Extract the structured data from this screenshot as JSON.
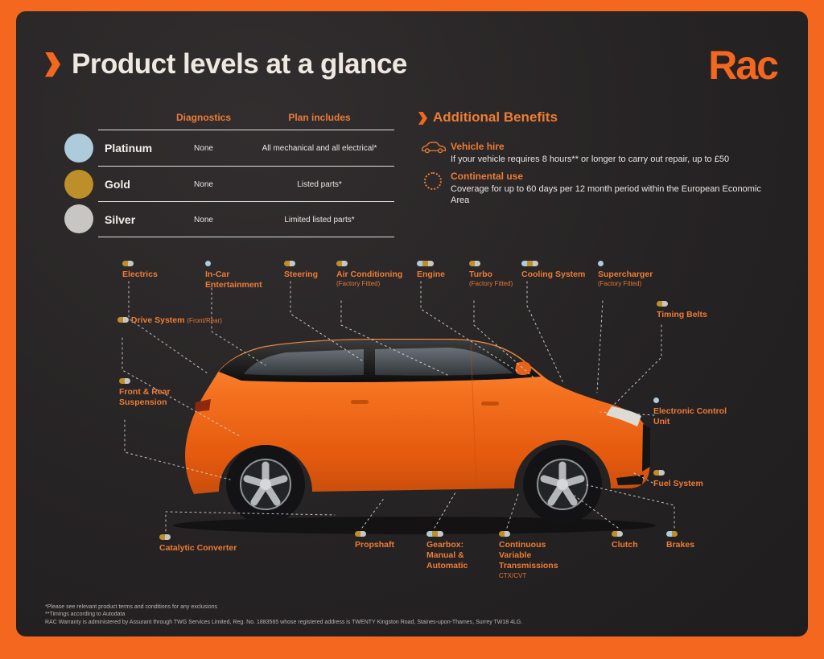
{
  "colors": {
    "frame_orange": "#f4671f",
    "panel_bg": "#272425",
    "accent_orange": "#ee7c34"
  },
  "tier_colors": {
    "platinum": "#aecbdb",
    "gold": "#bd8f2b",
    "silver": "#c7c6c2"
  },
  "brand": {
    "logo_text": "Rac"
  },
  "header": {
    "title": "Product levels at a glance"
  },
  "plans_table": {
    "columns": [
      "Diagnostics",
      "Plan includes"
    ],
    "rows": [
      {
        "tier": "Platinum",
        "color": "#aecbdb",
        "diagnostics": "None",
        "plan_includes": "All mechanical and all electrical*"
      },
      {
        "tier": "Gold",
        "color": "#bd8f2b",
        "diagnostics": "None",
        "plan_includes": "Listed parts*"
      },
      {
        "tier": "Silver",
        "color": "#c7c6c2",
        "diagnostics": "None",
        "plan_includes": "Limited listed parts*"
      }
    ]
  },
  "benefits": {
    "title": "Additional Benefits",
    "items": [
      {
        "name": "Vehicle hire",
        "icon": "car-outline-icon",
        "description": "If your vehicle requires 8 hours** or longer to carry out repair, up to £50"
      },
      {
        "name": "Continental use",
        "icon": "dotted-circle-icon",
        "description": "Coverage for up to 60 days per 12 month period within the European Economic Area"
      }
    ]
  },
  "diagram": {
    "labels": [
      {
        "name": "Electrics",
        "sub": "",
        "pills": [
          "gold",
          "silver"
        ]
      },
      {
        "name": "In-Car Entertainment",
        "sub": "",
        "pills": [
          "platinum"
        ]
      },
      {
        "name": "Steering",
        "sub": "",
        "pills": [
          "gold",
          "silver"
        ]
      },
      {
        "name": "Air Conditioning",
        "sub": "(Factory Fitted)",
        "pills": [
          "gold",
          "silver"
        ]
      },
      {
        "name": "Engine",
        "sub": "",
        "pills": [
          "platinum",
          "gold",
          "silver"
        ]
      },
      {
        "name": "Turbo",
        "sub": "(Factory Fitted)",
        "pills": [
          "gold",
          "silver"
        ]
      },
      {
        "name": "Cooling System",
        "sub": "",
        "pills": [
          "platinum",
          "gold",
          "silver"
        ]
      },
      {
        "name": "Supercharger",
        "sub": "(Factory Fitted)",
        "pills": [
          "platinum"
        ]
      },
      {
        "name": "Timing Belts",
        "sub": "",
        "pills": [
          "gold",
          "silver"
        ]
      },
      {
        "name": "Drive System",
        "sub": "(Front/Rear)",
        "pills": [
          "gold",
          "silver"
        ]
      },
      {
        "name": "Front & Rear Suspension",
        "sub": "",
        "pills": [
          "gold",
          "silver"
        ]
      },
      {
        "name": "Electronic Control Unit",
        "sub": "",
        "pills": [
          "platinum"
        ]
      },
      {
        "name": "Fuel System",
        "sub": "",
        "pills": [
          "gold",
          "silver"
        ]
      },
      {
        "name": "Catalytic Converter",
        "sub": "",
        "pills": [
          "gold",
          "silver"
        ]
      },
      {
        "name": "Propshaft",
        "sub": "",
        "pills": [
          "gold",
          "silver"
        ]
      },
      {
        "name": "Gearbox: Manual & Automatic",
        "sub": "",
        "pills": [
          "platinum",
          "gold",
          "silver"
        ]
      },
      {
        "name": "Continuous Variable Transmissions",
        "sub": "CTX/CVT",
        "pills": [
          "gold",
          "silver"
        ]
      },
      {
        "name": "Clutch",
        "sub": "",
        "pills": [
          "gold",
          "silver"
        ]
      },
      {
        "name": "Brakes",
        "sub": "",
        "pills": [
          "platinum",
          "gold"
        ]
      }
    ]
  },
  "footer": {
    "lines": [
      "*Please see relevant product terms and conditions for any exclusions",
      "**Timings according to Autodata",
      "RAC Warranty is administered by Assurant through TWG Services Limited, Reg. No. 1883565 whose registered address is TWENTY Kingston Road, Staines-upon-Thames, Surrey TW18 4LG."
    ]
  }
}
